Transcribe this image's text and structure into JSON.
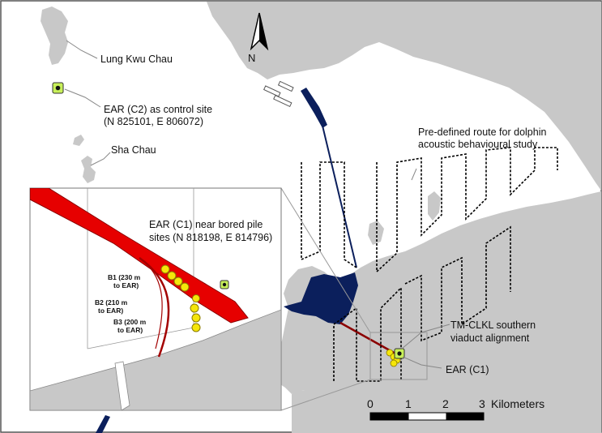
{
  "labels": {
    "lung_kwu_chau": "Lung Kwu Chau",
    "ear_c2_line1": "EAR (C2) as control site",
    "ear_c2_line2": "(N 825101, E 806072)",
    "sha_chau": "Sha Chau",
    "route_line1": "Pre-defined route for dolphin",
    "route_line2": "acoustic behavioural study",
    "ear_c1_inset_line1": "EAR (C1) near bored pile",
    "ear_c1_inset_line2": "sites (N 818198, E 814796)",
    "b1_line1": "B1 (230 m",
    "b1_line2": "to EAR)",
    "b2_line1": "B2 (210 m",
    "b2_line2": "to EAR)",
    "b3_line1": "B3 (200 m",
    "b3_line2": "to EAR)",
    "viaduct_line1": "TM-CLKL southern",
    "viaduct_line2": "viaduct alignment",
    "ear_c1": "EAR (C1)"
  },
  "north_arrow": {
    "label": "N"
  },
  "scale_bar": {
    "ticks": [
      "0",
      "1",
      "2",
      "3"
    ],
    "unit": "Kilometers"
  },
  "colors": {
    "land": "#c8c8c8",
    "water": "#ffffff",
    "reclamation": "#0b1f5c",
    "alignment": "#e60000",
    "alignment_dark": "#8b0000",
    "pile": "#f5e60a",
    "ear_fill": "#c8f05a",
    "route": "#000000"
  }
}
